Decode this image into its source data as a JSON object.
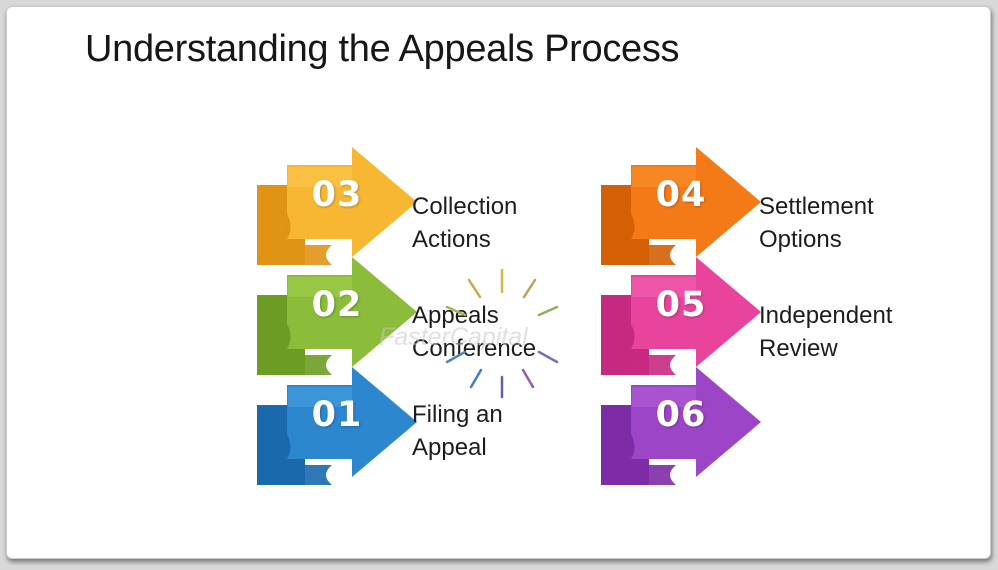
{
  "title": "Understanding the Appeals Process",
  "watermark": "FasterCapital",
  "steps": [
    {
      "number": "03",
      "label_line1": "Collection",
      "label_line2": "Actions",
      "color": "#f7b733",
      "dark": "#e09416",
      "light": "#fcc850"
    },
    {
      "number": "02",
      "label_line1": "Appeals",
      "label_line2": "Conference",
      "color": "#8bbd3a",
      "dark": "#6d9c24",
      "light": "#a3d04e"
    },
    {
      "number": "01",
      "label_line1": "Filing an",
      "label_line2": "Appeal",
      "color": "#2c87cf",
      "dark": "#1a69ad",
      "light": "#4aa0e0"
    },
    {
      "number": "04",
      "label_line1": "Settlement",
      "label_line2": "Options",
      "color": "#f47a18",
      "dark": "#d45f05",
      "light": "#fa9132"
    },
    {
      "number": "05",
      "label_line1": "Independent",
      "label_line2": "Review",
      "color": "#e8449c",
      "dark": "#c62a80",
      "light": "#f265b2"
    },
    {
      "number": "06",
      "label_line1": "",
      "label_line2": "",
      "color": "#9c45c6",
      "dark": "#7d2ba6",
      "light": "#b35fd8"
    }
  ]
}
